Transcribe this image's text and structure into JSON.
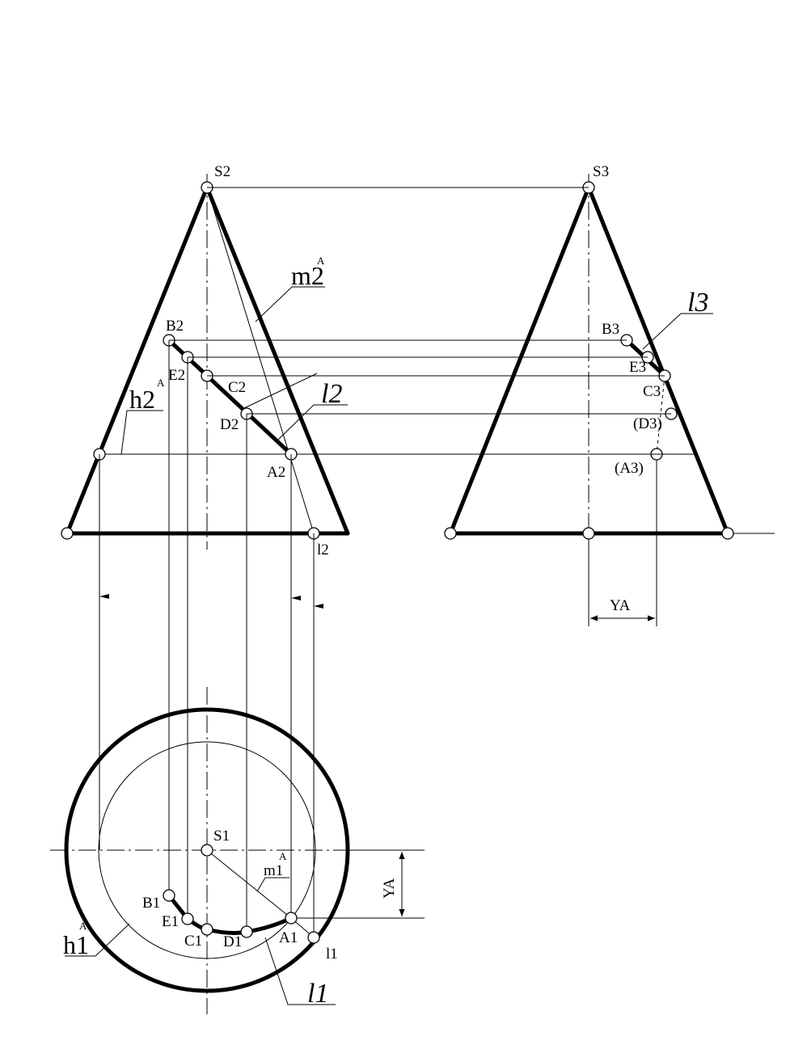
{
  "front_view": {
    "apex": "S2",
    "points": [
      "B2",
      "E2",
      "C2",
      "D2",
      "A2"
    ],
    "line_label": "l2",
    "trace_label": "l2",
    "generatrix_label": "m2",
    "generatrix_sup": "A",
    "horizontal_label": "h2",
    "horizontal_sup": "A"
  },
  "side_view": {
    "apex": "S3",
    "points": [
      "B3",
      "E3",
      "C3",
      "(D3)",
      "(A3)"
    ],
    "line_label": "l3",
    "dimension": "YA"
  },
  "top_view": {
    "center": "S1",
    "points": [
      "B1",
      "E1",
      "C1",
      "D1",
      "A1"
    ],
    "trace_label": "l1",
    "line_label": "l1",
    "generatrix_label": "m1",
    "generatrix_sup": "A",
    "horizontal_label": "h1",
    "horizontal_sup": "A",
    "dimension": "YA"
  }
}
